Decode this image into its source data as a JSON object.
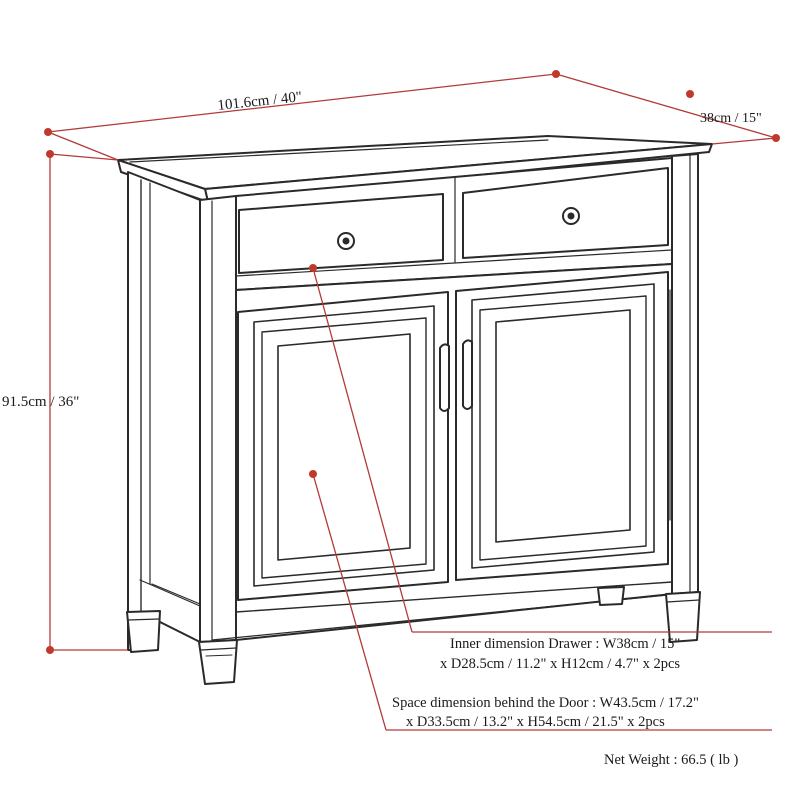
{
  "dimensions": {
    "width_label": "101.6cm / 40\"",
    "depth_label": "38cm / 15\"",
    "height_label": "91.5cm / 36\""
  },
  "annotations": {
    "drawer_line1": "Inner dimension Drawer : W38cm / 15\"",
    "drawer_line2": "x D28.5cm / 11.2\" x H12cm / 4.7\" x 2pcs",
    "door_line1": "Space dimension behind the Door  : W43.5cm / 17.2\"",
    "door_line2": "x D33.5cm / 13.2\" x H54.5cm / 21.5\" x 2pcs",
    "net_weight": "Net Weight : 66.5 ( lb )"
  },
  "colors": {
    "outline": "#2a2a2a",
    "dimension_line": "#b23a3a",
    "dimension_dot": "#c0392b",
    "text": "#1a1a1a",
    "background": "#ffffff"
  }
}
